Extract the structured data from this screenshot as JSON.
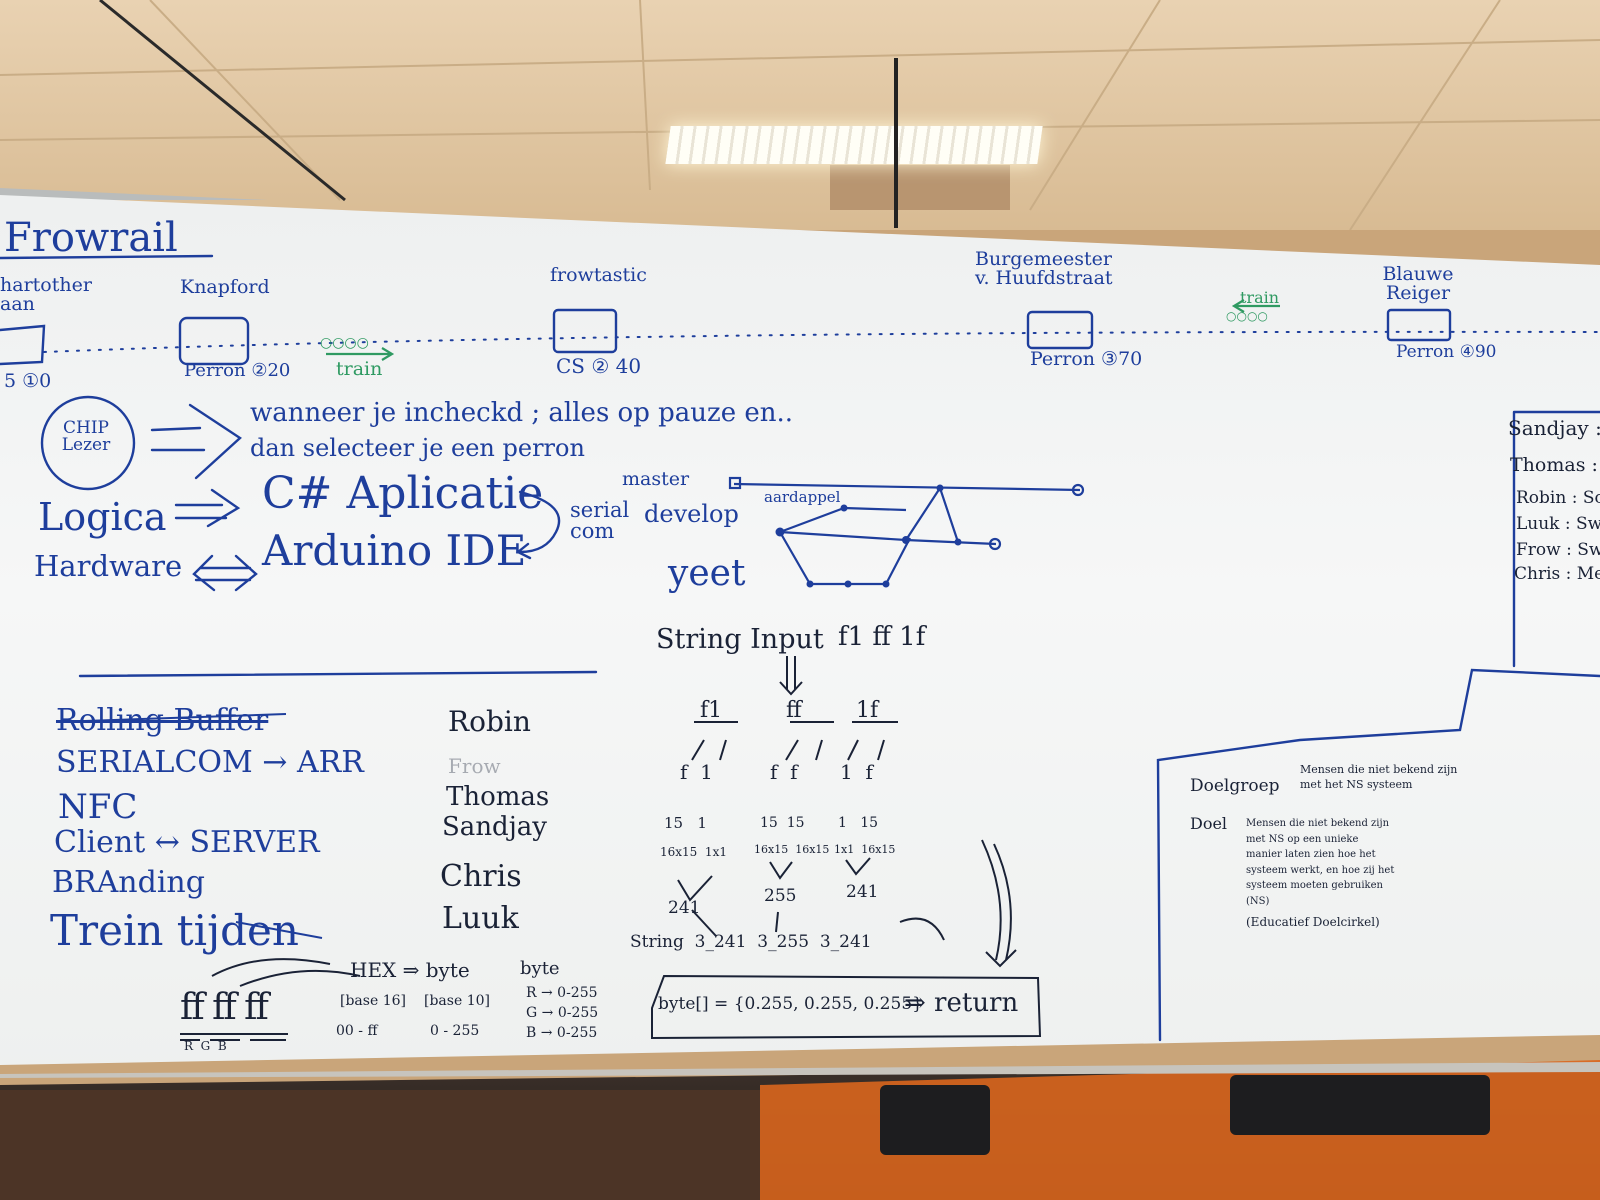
{
  "title": "Frowrail",
  "stations": [
    {
      "name": "hartother aan",
      "label": "5  ①0"
    },
    {
      "name": "Knapford",
      "label": "Perron ②20"
    },
    {
      "name": "frowtastic",
      "label": "CS  ② 40"
    },
    {
      "name": "Burgemeester v. Huufdstraat",
      "label": "Perron ③70"
    },
    {
      "name": "Blauwe Reiger",
      "label": "Perron ④90"
    }
  ],
  "trains": [
    {
      "label": "train"
    },
    {
      "label": "train"
    }
  ],
  "chip": {
    "circle": "CHIP Lezer",
    "line1": "wanneer je incheckd ; alles op pauze en..",
    "line2": "dan selecteer je een perron"
  },
  "logic": {
    "logica": "Logica",
    "csharp": "C# Aplicatie",
    "hardware": "Hardware",
    "arduino": "Arduino IDE",
    "serial": "serial com"
  },
  "git": {
    "master": "master",
    "develop": "develop",
    "aardappel": "aardappel",
    "yeet": "yeet"
  },
  "tasks": [
    "Rolling Buffer",
    "SERIALCOM → ARR",
    "NFC",
    "Client ↔ SERVER",
    "BRAnding",
    "Trein tijden"
  ],
  "names": [
    "Robin",
    "Frow",
    "Thomas",
    "Sandjay",
    "Chris",
    "Luuk"
  ],
  "parse": {
    "string_input": "String Input",
    "codes": "f1 ff 1f",
    "groups": [
      {
        "code": "f1",
        "chars": "f  1",
        "vals": "15   1",
        "mult": "16x15  1x1",
        "result": "241"
      },
      {
        "code": "ff",
        "chars": "f  f",
        "vals": "15  15",
        "mult": "16x15  16x15",
        "result": "255"
      },
      {
        "code": "1f",
        "chars": "1  f",
        "vals": "1   15",
        "mult": "1x1  16x15",
        "result": "241"
      }
    ],
    "string_line": "String  3_241  3_255  3_241",
    "hex": "HEX ⇒ byte",
    "base16": "[base 16]",
    "base10": "[base 10]",
    "byte_label": "byte",
    "range16": "00 - ff",
    "range10": "0 - 255",
    "ffff": "ff ff ff",
    "rgb_under": "R  G  B",
    "rgb": [
      "R → 0-255",
      "G → 0-255",
      "B → 0-255"
    ],
    "byte_array": "byte[] = {0.255, 0.255, 0.255}",
    "return": "⇒ return"
  },
  "roles": [
    "Sandjay :",
    "Thomas :",
    "Robin : Sc",
    "Luuk : Sw",
    "Frow : Sw",
    "Chris : Me"
  ],
  "doel": {
    "doelgroep_label": "Doelgroep",
    "doelgroep_text": "Mensen die niet bekend zijn met het NS systeem",
    "doel_label": "Doel",
    "doel_text": "Mensen die niet bekend zijn met NS op een unieke manier laten zien hoe het systeem werkt, en hoe zij het systeem moeten gebruiken (NS)",
    "edu": "(Educatief Doelcirkel)"
  },
  "colors": {
    "blue_marker": "#1e3e9c",
    "dark_marker": "#1a2236",
    "green_marker": "#2f9a62",
    "board": "#f1f3f3",
    "floor": "#d9661e"
  }
}
